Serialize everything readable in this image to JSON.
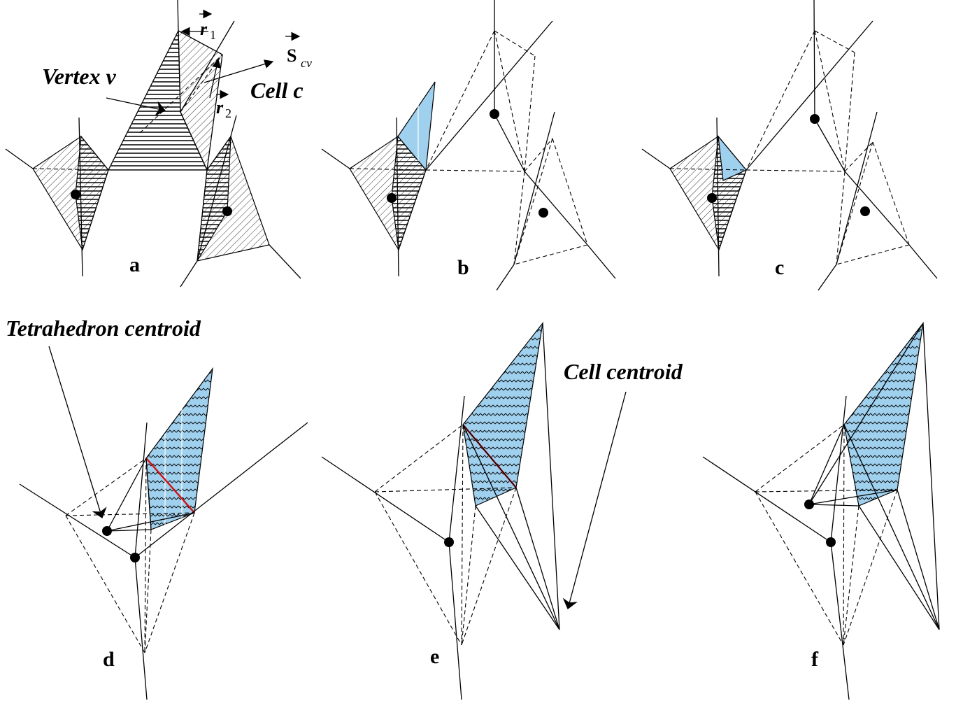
{
  "panels": {
    "a": "a",
    "b": "b",
    "c": "c",
    "d": "d",
    "e": "e",
    "f": "f"
  },
  "annotations": {
    "vertex": "Vertex v",
    "cell": "Cell c",
    "tetrahedron_centroid": "Tetrahedron centroid",
    "cell_centroid": "Cell centroid"
  },
  "symbols": {
    "r1": "r",
    "r1_sub": "1",
    "r2": "r",
    "r2_sub": "2",
    "s": "S",
    "s_sub": "cv"
  },
  "colors": {
    "highlight_fill": "#9fd0ee",
    "edge_highlight": "#d11010"
  }
}
